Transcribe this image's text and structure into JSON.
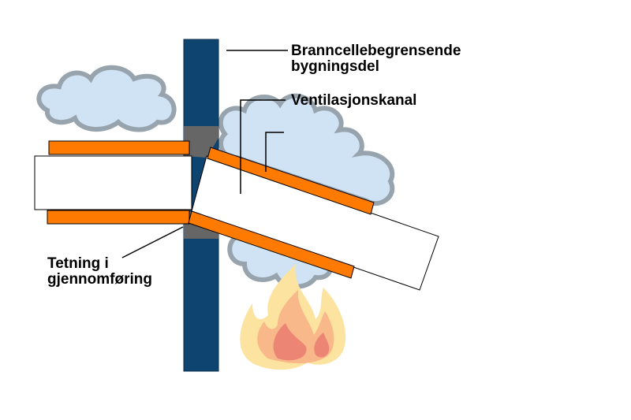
{
  "labels": {
    "wall": "Branncellebegrensende bygningsdel",
    "wall_line1": "Branncellebegrensende",
    "wall_line2": "bygningsdel",
    "duct": "Ventilasjonskanal",
    "seal_line1": "Tetning i",
    "seal_line2": "gjennomføring"
  },
  "colors": {
    "wall": "#0e4470",
    "duct_insulation": "#ff7a00",
    "seal": "#666666",
    "smoke_fill": "#cfe3f5",
    "smoke_outline": "#98a4ad",
    "flame_outer": "#fde3a0",
    "flame_mid": "#f8b889",
    "flame_inner": "#ed8575"
  }
}
